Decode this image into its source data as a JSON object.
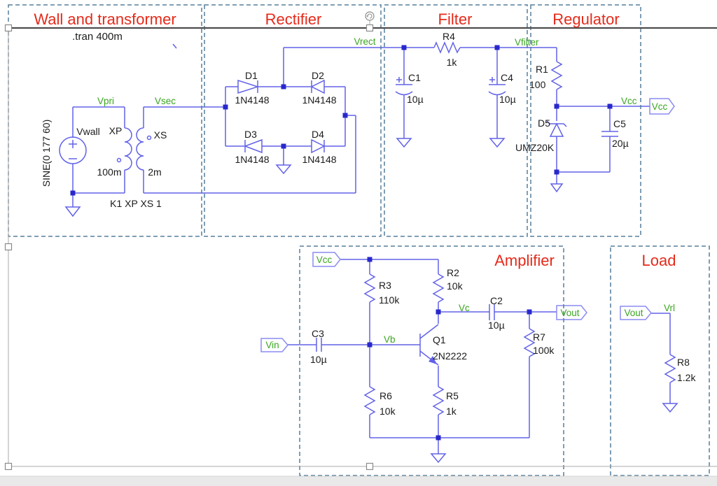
{
  "sections": {
    "wall": "Wall and transformer",
    "rectifier": "Rectifier",
    "filter": "Filter",
    "regulator": "Regulator",
    "amplifier": "Amplifier",
    "load": "Load"
  },
  "directive": {
    "tran": ".tran 400m",
    "coupling": "K1 XP XS 1"
  },
  "nets": {
    "vpri": "Vpri",
    "vsec": "Vsec",
    "vrect": "Vrect",
    "vfilter": "Vfilter",
    "vcc": "Vcc",
    "vc": "Vc",
    "vb": "Vb",
    "vrl": "Vrl"
  },
  "ports": {
    "vcc": "Vcc",
    "vin": "Vin",
    "vout": "Vout"
  },
  "components": {
    "vwall": {
      "ref": "Vwall",
      "value": "SINE(0 177 60)"
    },
    "xp": {
      "ref": "XP",
      "value": "100m"
    },
    "xs": {
      "ref": "XS",
      "value": "2m"
    },
    "d1": {
      "ref": "D1",
      "value": "1N4148"
    },
    "d2": {
      "ref": "D2",
      "value": "1N4148"
    },
    "d3": {
      "ref": "D3",
      "value": "1N4148"
    },
    "d4": {
      "ref": "D4",
      "value": "1N4148"
    },
    "r4": {
      "ref": "R4",
      "value": "1k"
    },
    "c1": {
      "ref": "C1",
      "value": "10µ"
    },
    "c4": {
      "ref": "C4",
      "value": "10µ"
    },
    "r1": {
      "ref": "R1",
      "value": "100"
    },
    "d5": {
      "ref": "D5",
      "value": "UMZ20K"
    },
    "c5": {
      "ref": "C5",
      "value": "20µ"
    },
    "r3": {
      "ref": "R3",
      "value": "110k"
    },
    "r2": {
      "ref": "R2",
      "value": "10k"
    },
    "c2": {
      "ref": "C2",
      "value": "10µ"
    },
    "c3": {
      "ref": "C3",
      "value": "10µ"
    },
    "q1": {
      "ref": "Q1",
      "value": "2N2222"
    },
    "r6": {
      "ref": "R6",
      "value": "10k"
    },
    "r5": {
      "ref": "R5",
      "value": "1k"
    },
    "r7": {
      "ref": "R7",
      "value": "100k"
    },
    "r8": {
      "ref": "R8",
      "value": "1.2k"
    }
  },
  "colors": {
    "title_red": "#e52a1a",
    "net_green": "#3aa520",
    "wire_blue": "#6262e8",
    "node_blue": "#2828cc",
    "box_dash_blue": "#567f9c"
  }
}
